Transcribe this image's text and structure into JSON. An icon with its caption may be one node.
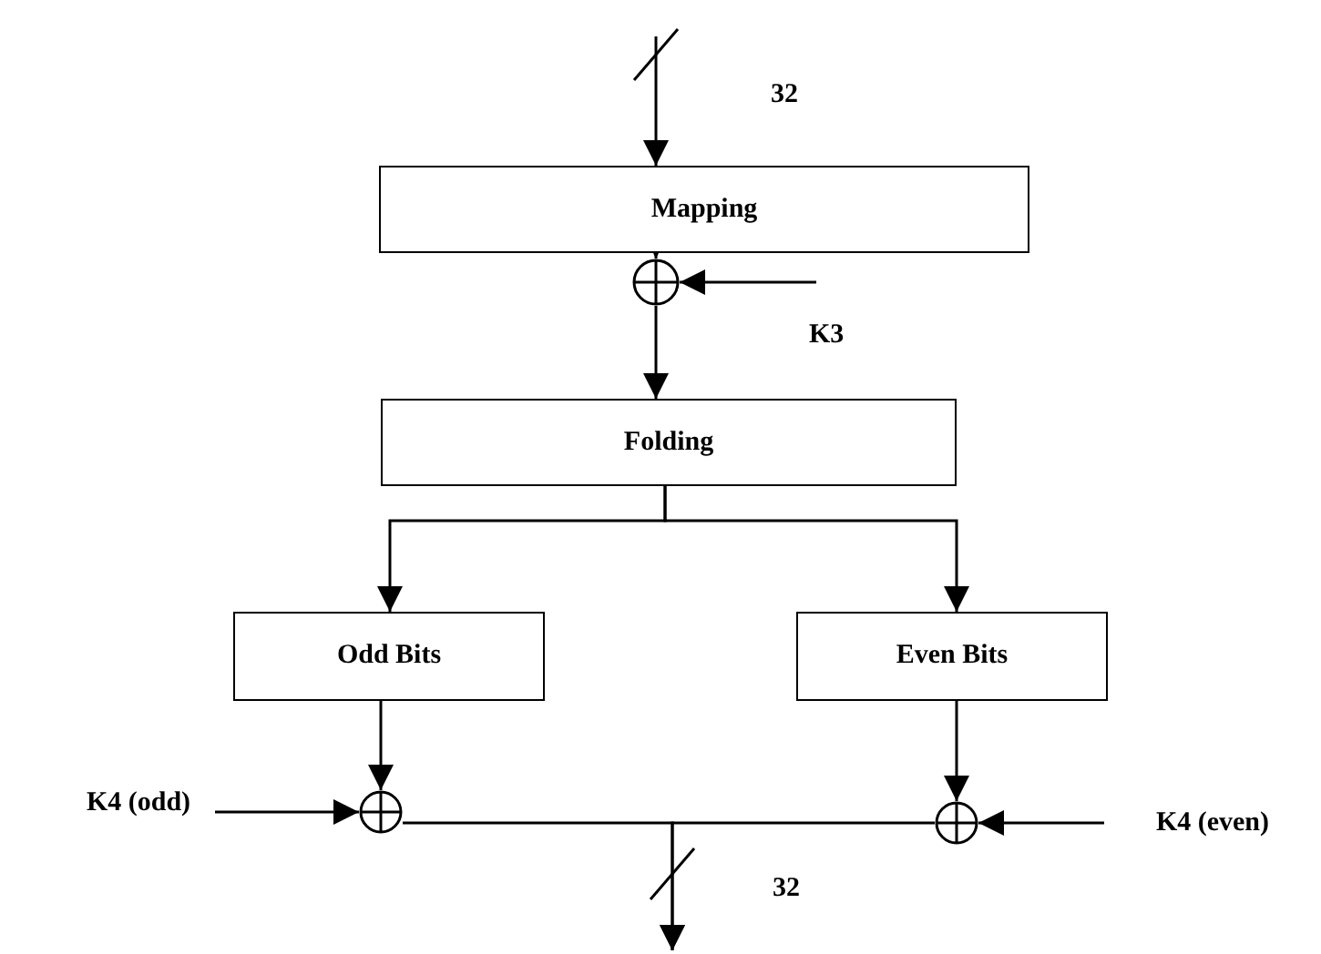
{
  "diagram": {
    "nodes": [
      {
        "text": [
          "Mapping"
        ]
      },
      {
        "text": [],
        "shape": "circle"
      },
      {
        "text": [
          "Folding"
        ]
      },
      {
        "text": [
          "Odd Bits"
        ]
      },
      {
        "text": [
          "Even Bits"
        ]
      },
      {
        "text": [],
        "shape": "circle"
      },
      {
        "text": [],
        "shape": "circle"
      },
      {
        "text": [
          "K4 (odd)"
        ]
      },
      {
        "text": [
          "K4 (even)"
        ]
      }
    ],
    "edges": [
      {
        "from": null,
        "to": 0,
        "arrow": "to"
      },
      {
        "from": 0,
        "to": 1,
        "arrow": "to"
      },
      {
        "from": null,
        "to": 1,
        "arrow": "to"
      },
      {
        "from": 1,
        "to": 2,
        "arrow": "to"
      },
      {
        "from": 2,
        "to": 3,
        "arrow": "to"
      },
      {
        "from": 2,
        "to": 4,
        "arrow": "to"
      },
      {
        "from": 3,
        "to": 5,
        "arrow": "to"
      },
      {
        "from": 4,
        "to": 6,
        "arrow": "to"
      },
      {
        "from": 7,
        "to": 5,
        "arrow": "to"
      },
      {
        "from": 8,
        "to": 6,
        "arrow": "to"
      },
      {
        "from": 5,
        "to": null,
        "arrow": "to"
      },
      {
        "from": 6,
        "to": null,
        "arrow": "to"
      }
    ],
    "labels": [
      "32",
      "K3",
      "32"
    ]
  }
}
